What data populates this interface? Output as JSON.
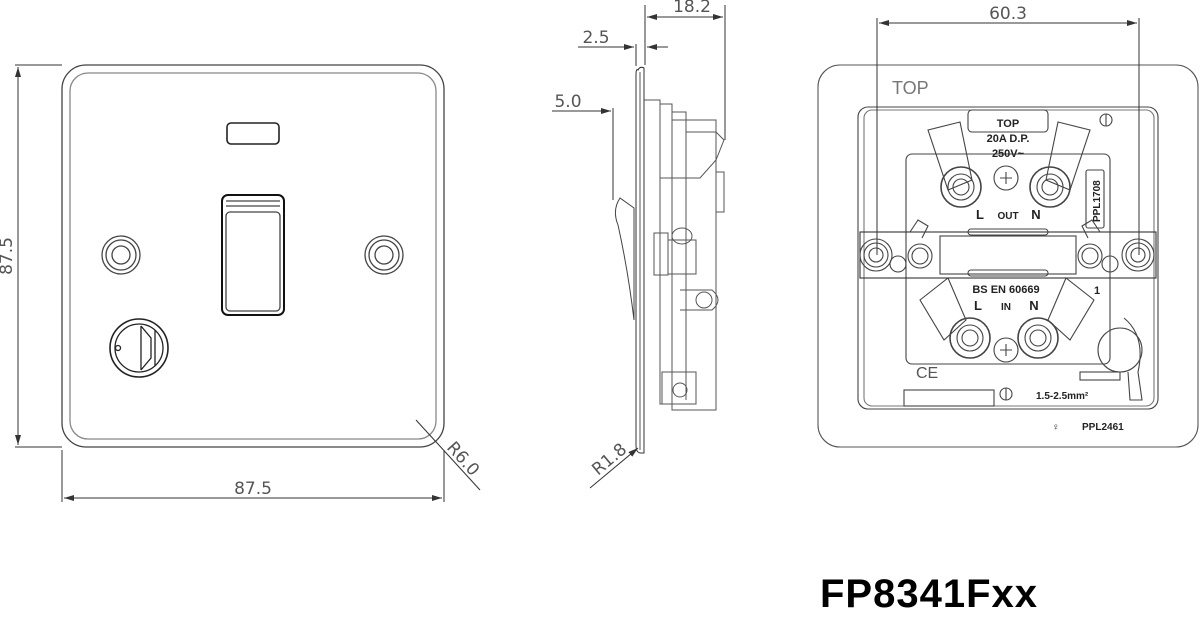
{
  "drawing": {
    "model_number": "FP8341Fxx",
    "front_view": {
      "width_dim": "87.5",
      "height_dim": "87.5",
      "corner_radius_dim": "R6.0"
    },
    "side_view": {
      "depth_dim": "18.2",
      "plate_thickness_dim": "2.5",
      "switch_protrusion_dim": "5.0",
      "edge_radius_dim": "R1.8"
    },
    "rear_view": {
      "fixing_centres_dim": "60.3",
      "top_label": "TOP",
      "inner_top_label": "TOP",
      "rating_line1": "20A D.P.",
      "rating_line2": "250V~",
      "out_label_l": "L",
      "out_label": "OUT",
      "out_label_n": "N",
      "part_code_1": "PPL1708",
      "standard": "BS EN 60669",
      "in_label_l": "L",
      "in_label": "IN",
      "in_label_n": "N",
      "marker_1": "1",
      "ce_mark": "CE",
      "cable_size": "1.5-2.5mm²",
      "part_code_2": "PPL2461"
    }
  }
}
